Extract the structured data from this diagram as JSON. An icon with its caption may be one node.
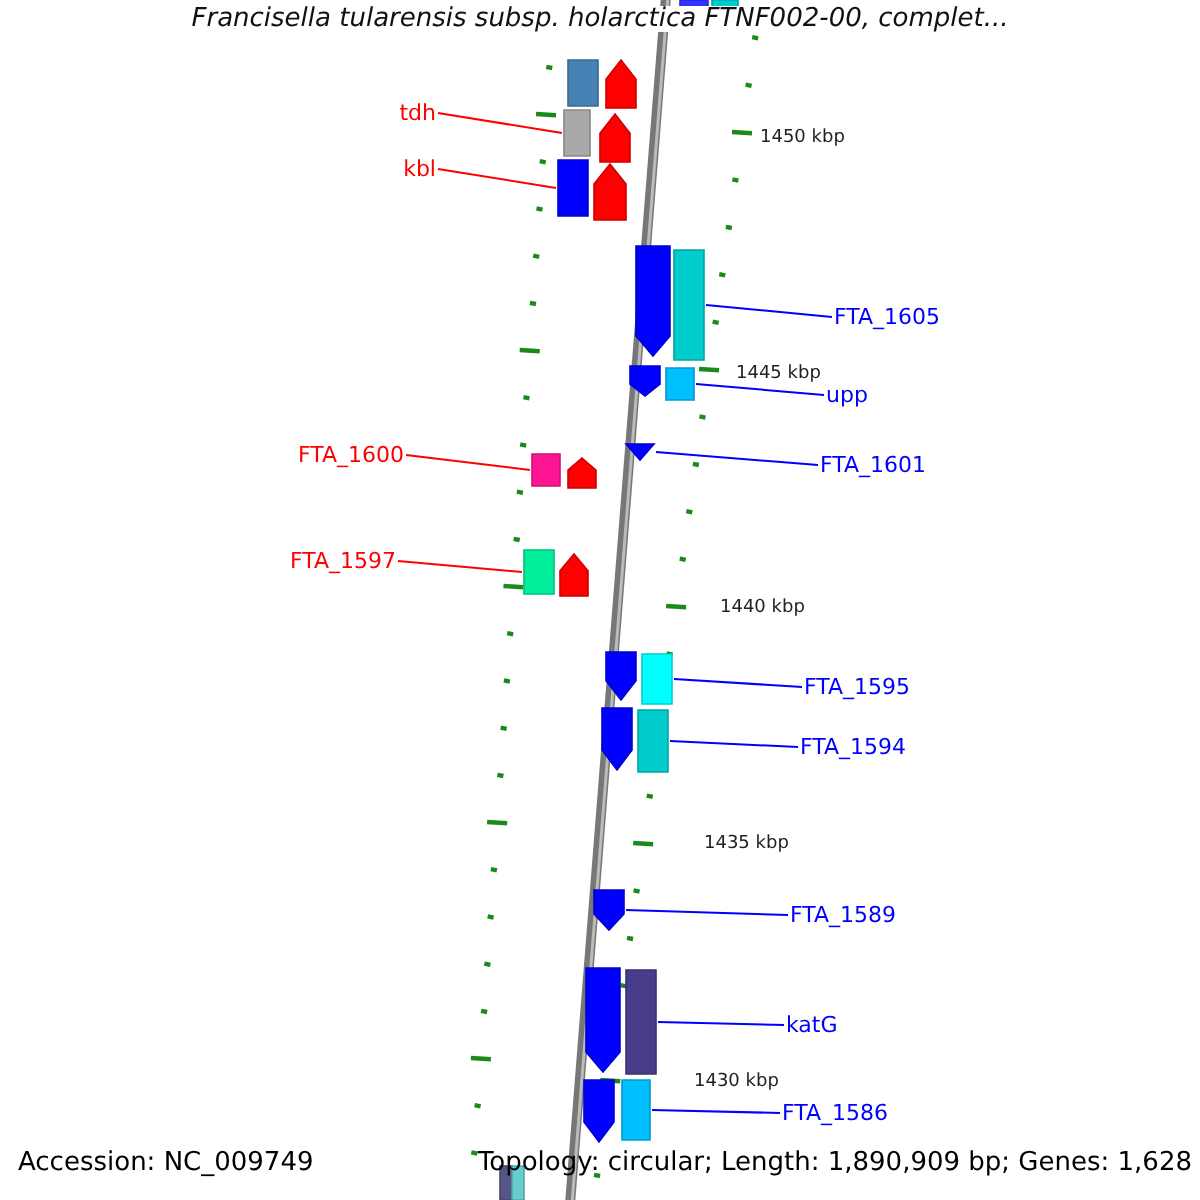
{
  "diagram": {
    "title": "Francisella tularensis subsp. holarctica FTNF002-00, complet...",
    "nodes": [
      {
        "text": [
          "tdh"
        ]
      },
      {
        "text": [],
        "shape": "box"
      },
      {
        "text": [
          "kbl"
        ]
      },
      {
        "text": [],
        "shape": "box"
      },
      {
        "text": [
          "FTA_1605"
        ]
      },
      {
        "text": [],
        "shape": "box"
      },
      {
        "text": [
          "upp"
        ]
      },
      {
        "text": [],
        "shape": "box"
      },
      {
        "text": [
          "FTA_1600"
        ]
      },
      {
        "text": [],
        "shape": "box"
      },
      {
        "text": [
          "FTA_1601"
        ]
      },
      {
        "text": [],
        "shape": "triangle"
      },
      {
        "text": [
          "FTA_1597"
        ]
      },
      {
        "text": [],
        "shape": "box"
      },
      {
        "text": [
          "FTA_1595"
        ]
      },
      {
        "text": [],
        "shape": "box"
      },
      {
        "text": [
          "FTA_1594"
        ]
      },
      {
        "text": [],
        "shape": "box"
      },
      {
        "text": [
          "FTA_1589"
        ]
      },
      {
        "text": [],
        "shape": "arrow"
      },
      {
        "text": [
          "katG"
        ]
      },
      {
        "text": [],
        "shape": "box"
      },
      {
        "text": [
          "FTA_1586"
        ]
      },
      {
        "text": [],
        "shape": "box"
      }
    ],
    "edges": [
      {
        "from": 0,
        "to": 1,
        "arrow": "none",
        "color": "#ff0000"
      },
      {
        "from": 2,
        "to": 3,
        "arrow": "none",
        "color": "#ff0000"
      },
      {
        "from": 4,
        "to": 5,
        "arrow": "none"
      },
      {
        "from": 6,
        "to": 7,
        "arrow": "none"
      },
      {
        "from": 8,
        "to": 9,
        "arrow": "none",
        "color": "#ff0000"
      },
      {
        "from": 10,
        "to": 11,
        "arrow": "none"
      },
      {
        "from": 12,
        "to": 13,
        "arrow": "none",
        "color": "#ff0000"
      },
      {
        "from": 14,
        "to": 15,
        "arrow": "none"
      },
      {
        "from": 16,
        "to": 17,
        "arrow": "none"
      },
      {
        "from": 18,
        "to": 19,
        "arrow": "none"
      },
      {
        "from": 20,
        "to": 21,
        "arrow": "none"
      },
      {
        "from": 22,
        "to": 23,
        "arrow": "none"
      }
    ],
    "labels": [
      "1450 kbp",
      "1445 kbp",
      "1440 kbp",
      "1435 kbp",
      "1430 kbp",
      "Accession: NC_009749",
      "Topology: circular; Length: 1,890,909 bp; Genes: 1,628"
    ]
  }
}
